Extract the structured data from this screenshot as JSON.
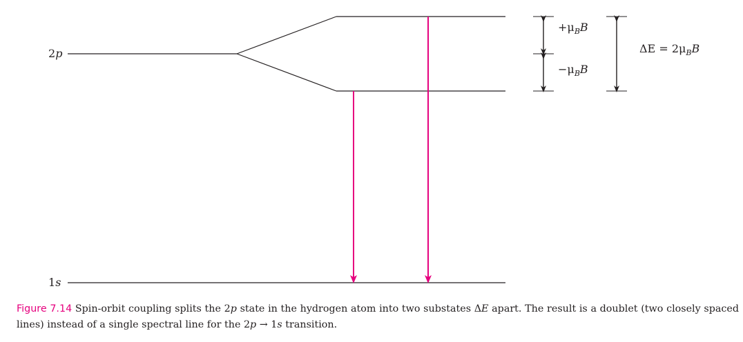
{
  "diagram": {
    "level_2p_label": {
      "num": "2",
      "var": "p"
    },
    "level_1s_label": {
      "num": "1",
      "var": "s"
    },
    "upper_shift_label": {
      "sign": "+",
      "mu": "μ",
      "sub": "B",
      "var": "B"
    },
    "lower_shift_label": {
      "sign": "−",
      "mu": "μ",
      "sub": "B",
      "var": "B"
    },
    "total_split_label": {
      "delta": "ΔE = 2",
      "mu": "μ",
      "sub": "B",
      "var": "B"
    },
    "colors": {
      "line": "#231f20",
      "transition": "#e6007e",
      "figure_label": "#e6007e"
    }
  },
  "caption": {
    "figure_number": "Figure 7.14",
    "t1": "Spin-orbit coupling splits the 2",
    "p1": "p",
    "t2": " state in the hydrogen atom into two substates Δ",
    "e1": "E",
    "t3": " apart. The result is a doublet (two closely spaced lines) instead of a single spectral line for the 2",
    "p2": "p",
    "t4": " → 1",
    "s1": "s",
    "t5": " transition."
  }
}
